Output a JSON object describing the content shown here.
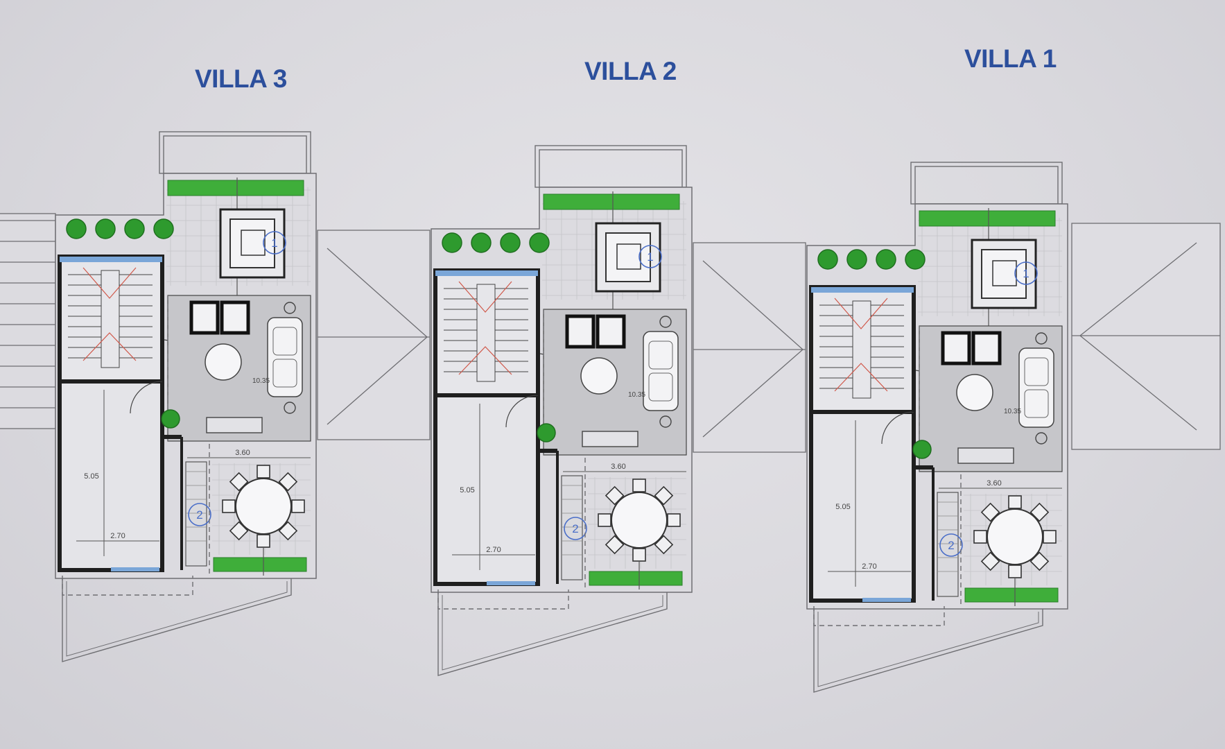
{
  "villas": [
    {
      "title": "VILLA 3",
      "area": "10.35",
      "dim_top": "3.60",
      "dim_vertical": "5.05",
      "dim_bottom": "2.70",
      "tag_pool": "1",
      "tag_kitchen": "2"
    },
    {
      "title": "VILLA 2",
      "area": "10.35",
      "dim_top": "3.60",
      "dim_vertical": "5.05",
      "dim_bottom": "2.70",
      "tag_pool": "1",
      "tag_kitchen": "2"
    },
    {
      "title": "VILLA 1",
      "area": "10.35",
      "dim_top": "3.60",
      "dim_vertical": "5.05",
      "dim_bottom": "2.70",
      "tag_pool": "1",
      "tag_kitchen": "2"
    }
  ],
  "colors": {
    "title": "#2c4f9c",
    "wall": "#1f1f1f",
    "line": "#6e6e72",
    "greenery": "#3fae3a",
    "tree": "#2e9a2e",
    "living_floor": "#c6c6ca",
    "tag": "#4a6ec8",
    "stair_red": "#d0584a",
    "window": "#7aa6d8"
  }
}
